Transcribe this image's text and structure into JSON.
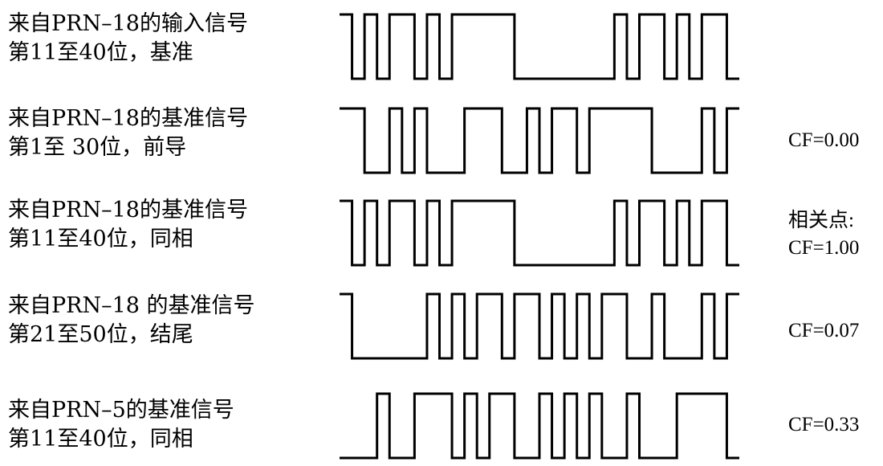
{
  "rows": [
    {
      "label_line1": "来自PRN–18的输入信号",
      "label_line2": "第11至40位，基准",
      "cf_line1": "",
      "cf_line2": "",
      "levels": [
        1,
        0,
        1,
        0,
        1,
        1,
        0,
        1,
        0,
        1,
        1,
        1,
        1,
        1,
        0,
        0,
        0,
        0,
        0,
        0,
        0,
        0,
        1,
        0,
        1,
        1,
        0,
        1,
        0,
        1,
        1,
        0
      ]
    },
    {
      "label_line1": "来自PRN–18的基准信号",
      "label_line2": "第1至 30位，前导",
      "cf_line1": "CF=0.00",
      "cf_line2": "",
      "levels": [
        1,
        1,
        0,
        0,
        1,
        0,
        1,
        0,
        0,
        0,
        1,
        1,
        1,
        0,
        0,
        1,
        0,
        1,
        1,
        0,
        1,
        1,
        1,
        1,
        1,
        0,
        0,
        0,
        0,
        1,
        0,
        1
      ]
    },
    {
      "label_line1": "来自PRN–18的基准信号",
      "label_line2": "第11至40位，同相",
      "cf_line1": "相关点:",
      "cf_line2": "CF=1.00",
      "levels": [
        1,
        0,
        1,
        0,
        1,
        1,
        0,
        1,
        0,
        1,
        1,
        1,
        1,
        1,
        0,
        0,
        0,
        0,
        0,
        0,
        0,
        0,
        1,
        0,
        1,
        1,
        0,
        1,
        0,
        1,
        1,
        0
      ]
    },
    {
      "label_line1": "来自PRN–18 的基准信号",
      "label_line2": "第21至50位，结尾",
      "cf_line1": "CF=0.07",
      "cf_line2": "",
      "levels": [
        1,
        0,
        0,
        0,
        0,
        0,
        0,
        1,
        0,
        1,
        0,
        1,
        1,
        0,
        1,
        1,
        0,
        1,
        0,
        1,
        0,
        1,
        1,
        0,
        0,
        1,
        0,
        0,
        0,
        1,
        0,
        1
      ]
    },
    {
      "label_line1": "来自PRN–5的基准信号",
      "label_line2": "第11至40位，同相",
      "cf_line1": "CF=0.33",
      "cf_line2": "",
      "levels": [
        0,
        0,
        0,
        1,
        0,
        0,
        1,
        1,
        1,
        0,
        1,
        0,
        1,
        1,
        0,
        0,
        1,
        0,
        1,
        0,
        1,
        0,
        0,
        1,
        0,
        0,
        0,
        1,
        1,
        1,
        1,
        0
      ]
    }
  ]
}
